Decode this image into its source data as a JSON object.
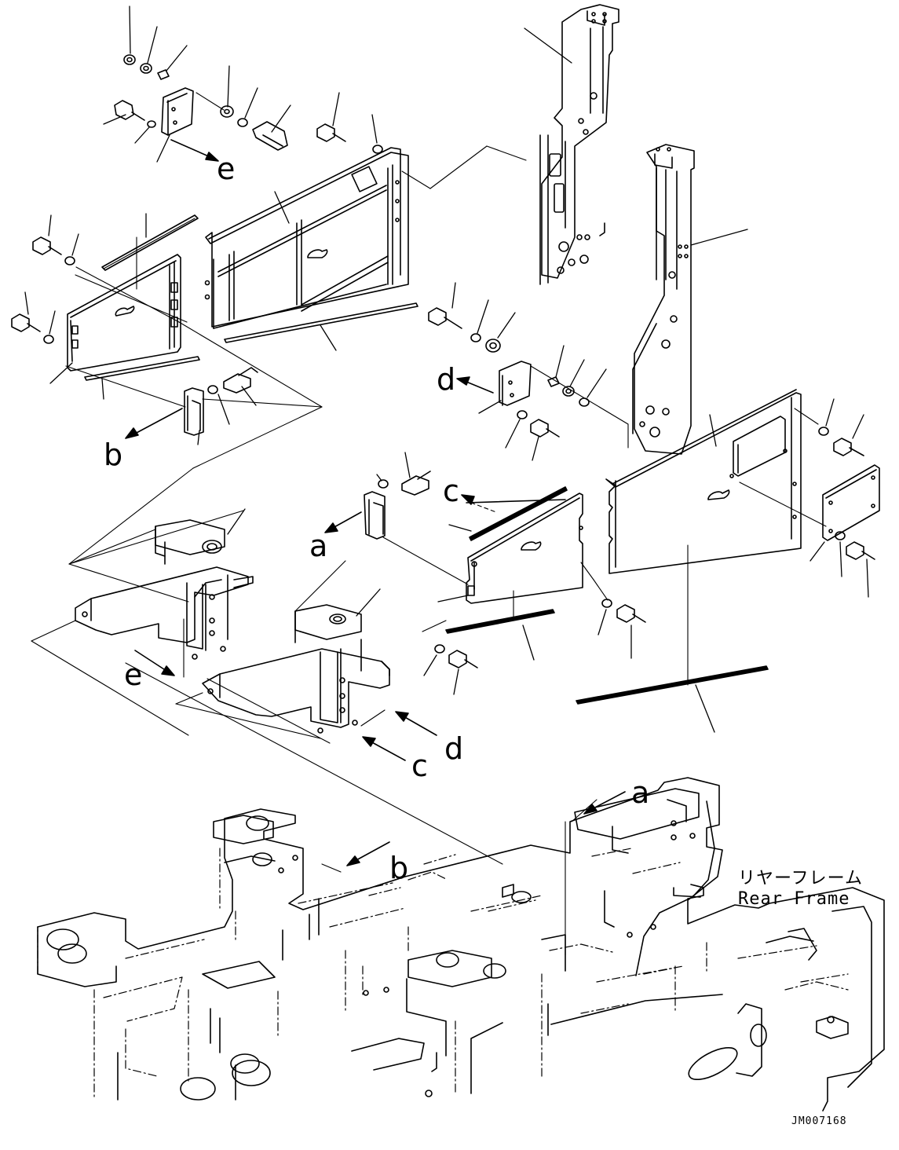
{
  "labels": {
    "e_upper": "e",
    "b_left": "b",
    "d_mid": "d",
    "c_mid": "c",
    "a_mid": "a",
    "e_lower": "e",
    "d_lower": "d",
    "c_lower": "c",
    "a_lower": "a",
    "b_lower": "b"
  },
  "caption": {
    "jp": "リヤーフレーム",
    "en": "Rear Frame"
  },
  "drawing_code": "JM007168"
}
